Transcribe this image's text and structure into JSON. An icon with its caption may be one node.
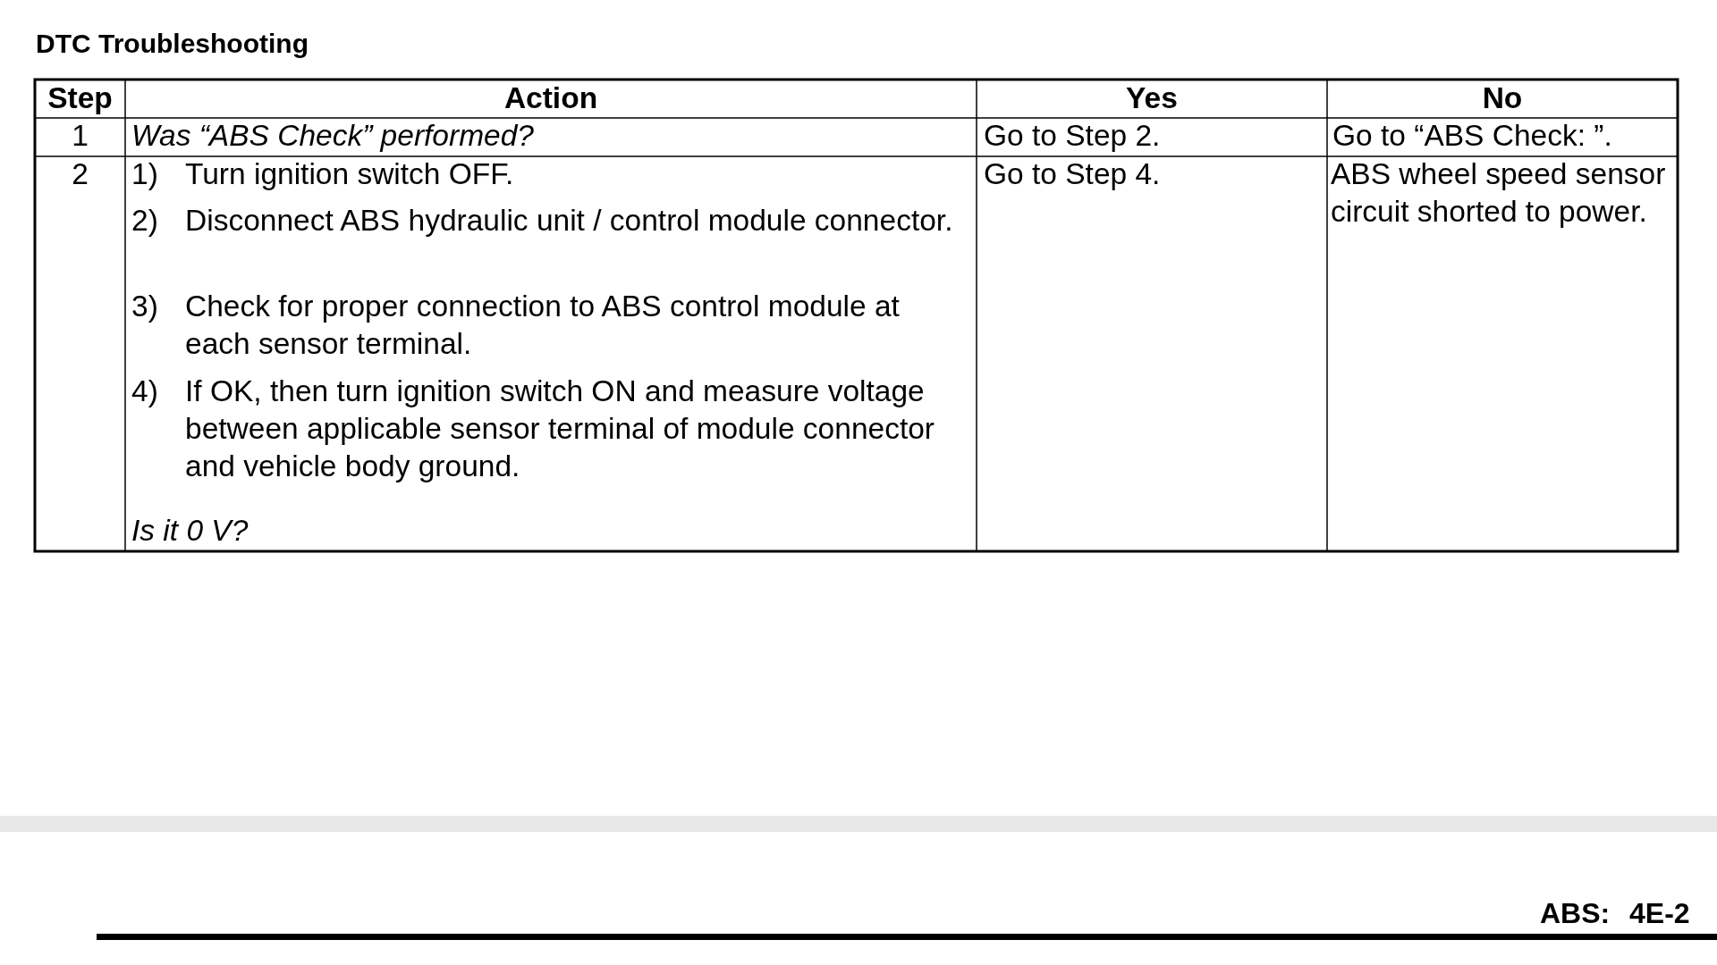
{
  "diagram": {
    "title": "DTC Troubleshooting",
    "labels": [
      "Step",
      "Action",
      "Yes",
      "No",
      "1",
      "Was “ABS Check” performed?",
      "Go to Step 2.",
      "Go to “ABS Check: ”.",
      "2",
      "1)",
      "Turn ignition switch OFF.",
      "2)",
      "Disconnect ABS hydraulic unit / control module connector.",
      "3)",
      "Check for proper connection to ABS control module at each sensor terminal.",
      "4)",
      "If OK, then turn ignition switch ON and measure voltage between applicable sensor terminal of module connector and vehicle body ground.",
      "Is it 0 V?",
      "Go to Step 4.",
      "ABS wheel speed sensor circuit shorted to power.",
      "ABS:",
      "4E-2"
    ]
  }
}
